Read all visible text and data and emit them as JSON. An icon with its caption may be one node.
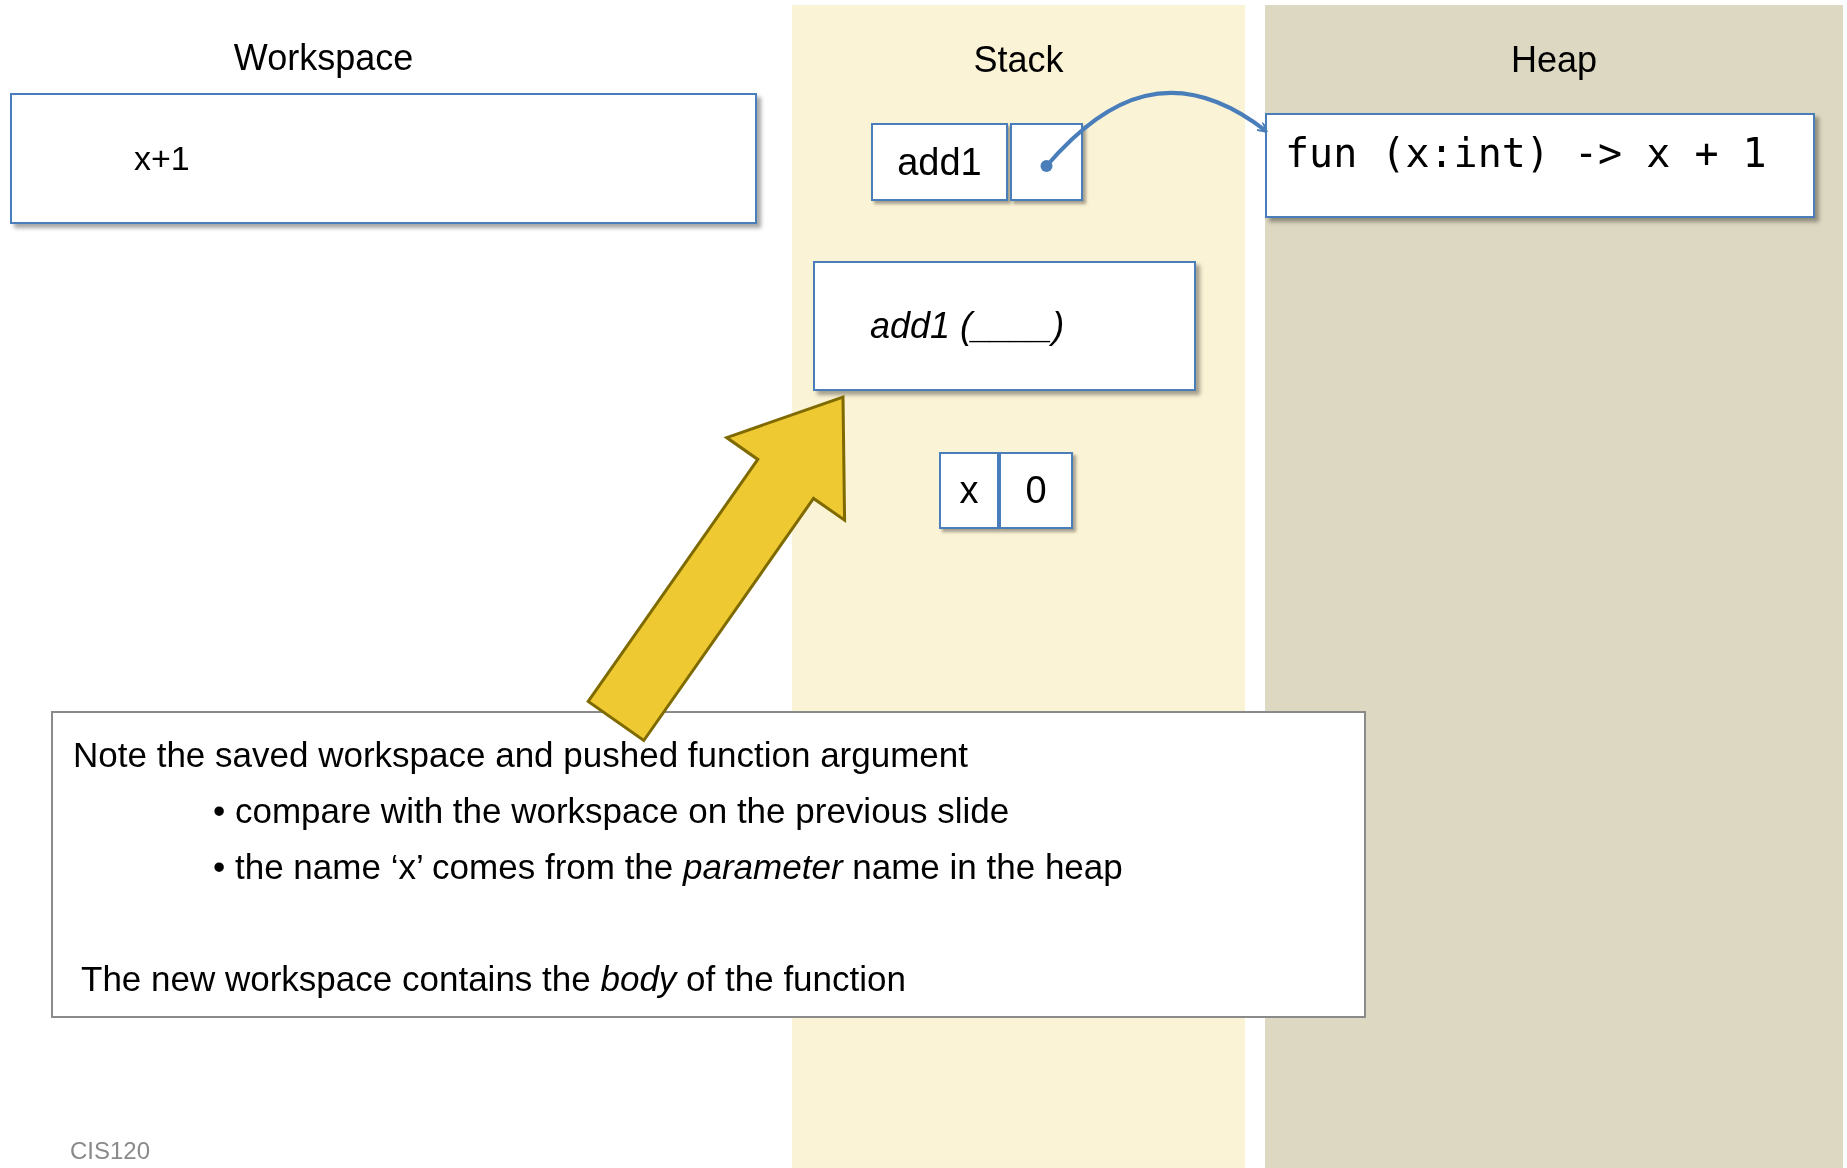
{
  "diagram": {
    "nodes": [
      {
        "text": [
          "x+1"
        ],
        "beside": [
          "Workspace"
        ]
      },
      {
        "text": [
          "Stack"
        ]
      },
      {
        "text": [
          "add1"
        ],
        "in": 1
      },
      {
        "text": [],
        "shape": "box",
        "in": 1
      },
      {
        "text": [
          "add1 (____)"
        ],
        "in": 1
      },
      {
        "text": [
          "x"
        ],
        "in": 1
      },
      {
        "text": [
          "0"
        ],
        "in": 1
      },
      {
        "text": [
          "Heap"
        ]
      },
      {
        "text": [
          "fun (x:int) -> x + 1"
        ],
        "in": 7
      },
      {
        "text": [
          "Note the saved workspace and pushed function argument",
          "• compare with the workspace on the previous slide",
          "• the name ‘x’ comes from the *parameter* name in the heap",
          "The new workspace contains the *body* of the function"
        ]
      }
    ],
    "edges": [
      {
        "from": 3,
        "to": 8,
        "arrow": "to"
      },
      {
        "from": 9,
        "to": 4,
        "arrow": "to",
        "style": "thick",
        "color": "#eec932"
      }
    ],
    "labels": [
      "CIS120"
    ]
  }
}
